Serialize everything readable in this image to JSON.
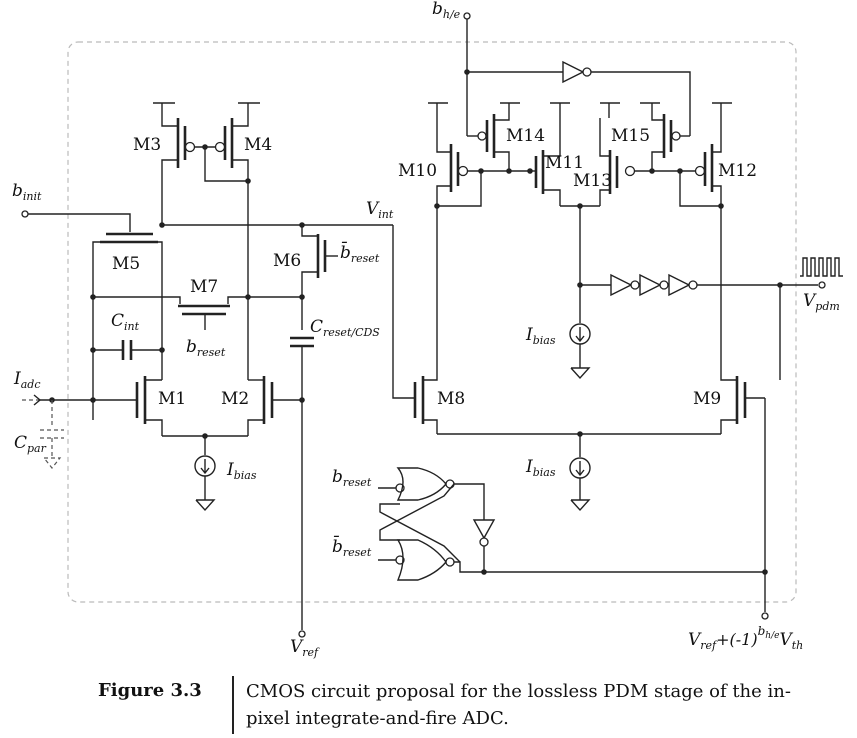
{
  "figure": {
    "label": "Figure 3.3",
    "caption": "CMOS circuit proposal for the lossless PDM stage of the in-pixel integrate-and-fire ADC."
  },
  "transistors": [
    "M1",
    "M2",
    "M3",
    "M4",
    "M5",
    "M6",
    "M7",
    "M8",
    "M9",
    "M10",
    "M11",
    "M12",
    "M13",
    "M14",
    "M15"
  ],
  "signals": {
    "binit": {
      "main": "b",
      "sub": "init"
    },
    "iadc": {
      "main": "I",
      "sub": "adc"
    },
    "cpar": {
      "main": "C",
      "sub": "par"
    },
    "cint": {
      "main": "C",
      "sub": "int"
    },
    "vint": {
      "main": "V",
      "sub": "int"
    },
    "breset_m6": {
      "main": "b̄",
      "sub": "reset"
    },
    "breset_m7": {
      "main": "b",
      "sub": "reset"
    },
    "creset": {
      "main": "C",
      "sub": "reset/CDS"
    },
    "ibias1": {
      "main": "I",
      "sub": "bias"
    },
    "ibias2": {
      "main": "I",
      "sub": "bias"
    },
    "ibias3": {
      "main": "I",
      "sub": "bias"
    },
    "vref": {
      "main": "V",
      "sub": "ref"
    },
    "bhe": {
      "main": "b",
      "sub": "h/e"
    },
    "vpdm": {
      "main": "V",
      "sub": "pdm"
    },
    "breset_sr1": {
      "main": "b",
      "sub": "reset"
    },
    "breset_sr2": {
      "main": "b̄",
      "sub": "reset"
    },
    "vth_expr": {
      "v1": "V",
      "s1": "ref",
      "plus": "+(-1)",
      "exp": "b",
      "exps": "h/e",
      "v2": "V",
      "s2": "th"
    }
  }
}
